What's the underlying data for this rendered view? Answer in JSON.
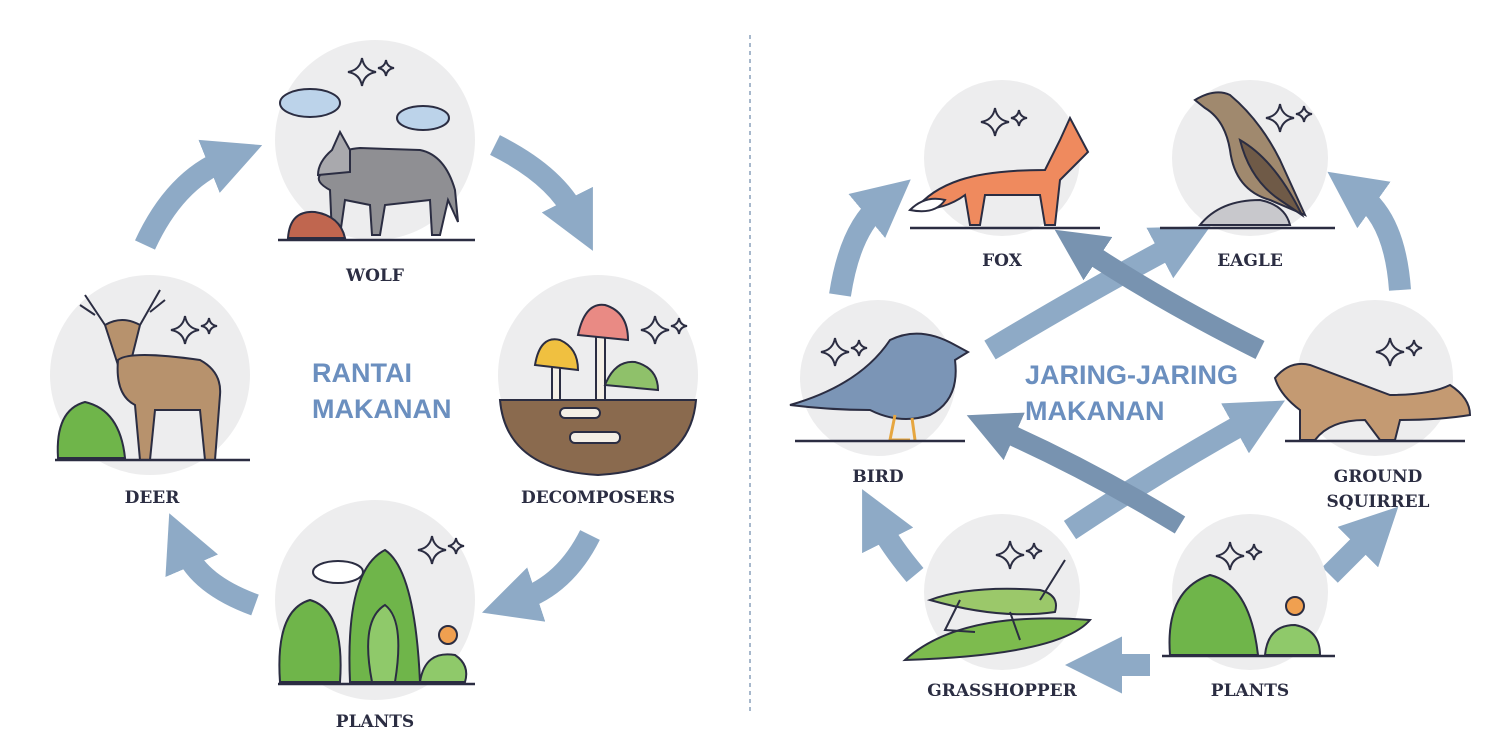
{
  "food_chain": {
    "title_line1": "RANTAI",
    "title_line2": "MAKANAN",
    "nodes": [
      "WOLF",
      "DECOMPOSERS",
      "PLANTS",
      "DEER"
    ]
  },
  "food_web": {
    "title_line1": "JARING-JARING",
    "title_line2": "MAKANAN",
    "nodes": [
      "FOX",
      "EAGLE",
      "BIRD",
      "GROUND",
      "SQUIRREL",
      "GRASSHOPPER",
      "PLANTS"
    ]
  },
  "colors": {
    "title": "#6b8fbf",
    "arrow": "#8eaac6",
    "label": "#2b2d42"
  }
}
